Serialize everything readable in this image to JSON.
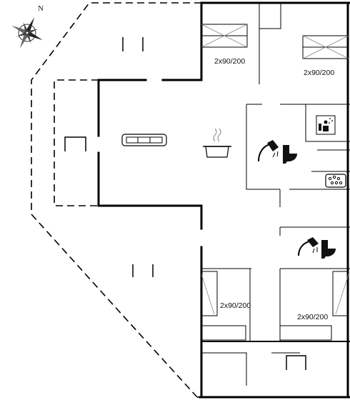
{
  "compass": {
    "north_label": "N"
  },
  "bedrooms": [
    {
      "label": "2x90/200"
    },
    {
      "label": "2x90/200"
    },
    {
      "label": "2x90/200"
    },
    {
      "label": "2x90/200"
    }
  ],
  "icons": {
    "sofa": "sofa-icon",
    "cooking_pot": "cooking-pot-icon",
    "shower": "shower-icon",
    "toilet": "toilet-icon",
    "sauna": "sauna-icon",
    "whirlpool": "whirlpool-icon"
  }
}
